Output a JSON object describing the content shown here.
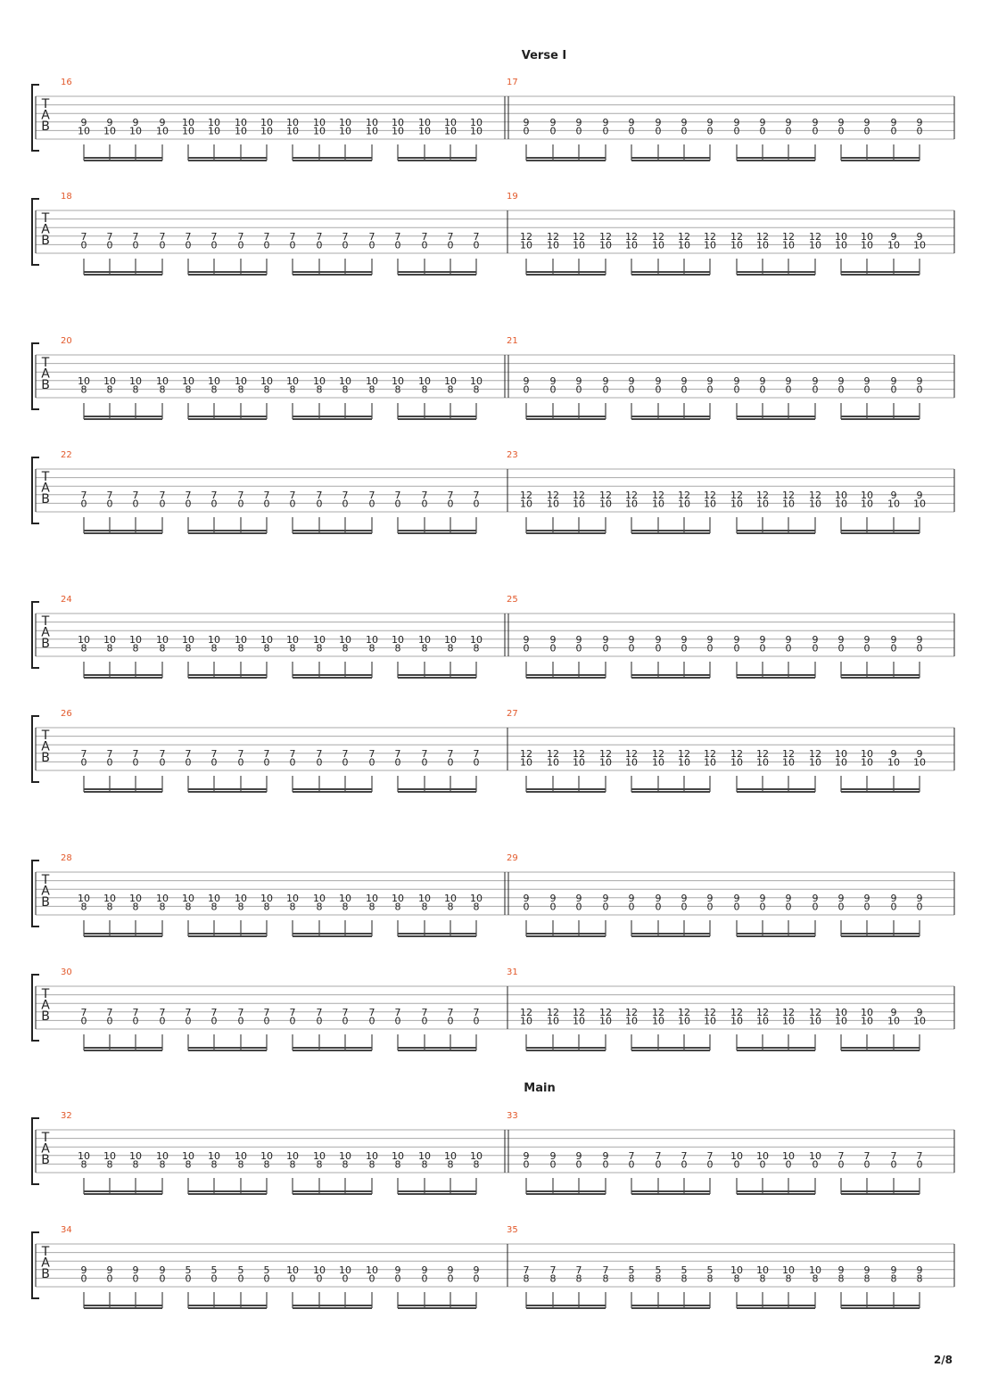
{
  "sections": [
    {
      "label": "Verse I",
      "system": 0
    },
    {
      "label": "Main",
      "system": 8
    }
  ],
  "tab_clef": [
    "T",
    "A",
    "B"
  ],
  "page_number": "2/8",
  "patterns": {
    "A": [
      [
        [
          "10",
          "8"
        ],
        16
      ]
    ],
    "B": [
      [
        [
          "9",
          "0"
        ],
        16
      ]
    ],
    "C": [
      [
        [
          "7",
          "0"
        ],
        16
      ]
    ],
    "D": [
      [
        [
          "12",
          "10"
        ],
        12
      ],
      [
        [
          "10",
          "10"
        ],
        2
      ],
      [
        [
          "9",
          "10"
        ],
        2
      ]
    ],
    "E": [
      [
        [
          "9",
          "10"
        ],
        4
      ],
      [
        [
          "10",
          "10"
        ],
        12
      ]
    ],
    "F": [
      [
        [
          "9",
          "0"
        ],
        4
      ],
      [
        [
          "7",
          "0"
        ],
        4
      ],
      [
        [
          "10",
          "0"
        ],
        4
      ],
      [
        [
          "7",
          "0"
        ],
        4
      ]
    ],
    "G": [
      [
        [
          "9",
          "0"
        ],
        4
      ],
      [
        [
          "5",
          "0"
        ],
        4
      ],
      [
        [
          "10",
          "0"
        ],
        4
      ],
      [
        [
          "9",
          "0"
        ],
        4
      ]
    ],
    "H": [
      [
        [
          "7",
          "8"
        ],
        4
      ],
      [
        [
          "5",
          "8"
        ],
        4
      ],
      [
        [
          "10",
          "8"
        ],
        4
      ],
      [
        [
          "9",
          "8"
        ],
        4
      ]
    ]
  },
  "systems": [
    {
      "measures": [
        {
          "number": "16",
          "pattern": "E"
        },
        {
          "number": "17",
          "pattern": "B"
        }
      ],
      "bracket": "top"
    },
    {
      "measures": [
        {
          "number": "18",
          "pattern": "C"
        },
        {
          "number": "19",
          "pattern": "D"
        }
      ],
      "bracket": "bottom"
    },
    {
      "measures": [
        {
          "number": "20",
          "pattern": "A"
        },
        {
          "number": "21",
          "pattern": "B"
        }
      ],
      "bracket": "top"
    },
    {
      "measures": [
        {
          "number": "22",
          "pattern": "C"
        },
        {
          "number": "23",
          "pattern": "D"
        }
      ],
      "bracket": "bottom"
    },
    {
      "measures": [
        {
          "number": "24",
          "pattern": "A"
        },
        {
          "number": "25",
          "pattern": "B"
        }
      ],
      "bracket": "top"
    },
    {
      "measures": [
        {
          "number": "26",
          "pattern": "C"
        },
        {
          "number": "27",
          "pattern": "D"
        }
      ],
      "bracket": "bottom"
    },
    {
      "measures": [
        {
          "number": "28",
          "pattern": "A"
        },
        {
          "number": "29",
          "pattern": "B"
        }
      ],
      "bracket": "top"
    },
    {
      "measures": [
        {
          "number": "30",
          "pattern": "C"
        },
        {
          "number": "31",
          "pattern": "D"
        }
      ],
      "bracket": "bottom"
    },
    {
      "measures": [
        {
          "number": "32",
          "pattern": "A"
        },
        {
          "number": "33",
          "pattern": "F"
        }
      ],
      "bracket": "top"
    },
    {
      "measures": [
        {
          "number": "34",
          "pattern": "G"
        },
        {
          "number": "35",
          "pattern": "H"
        }
      ],
      "bracket": "bottom"
    }
  ]
}
